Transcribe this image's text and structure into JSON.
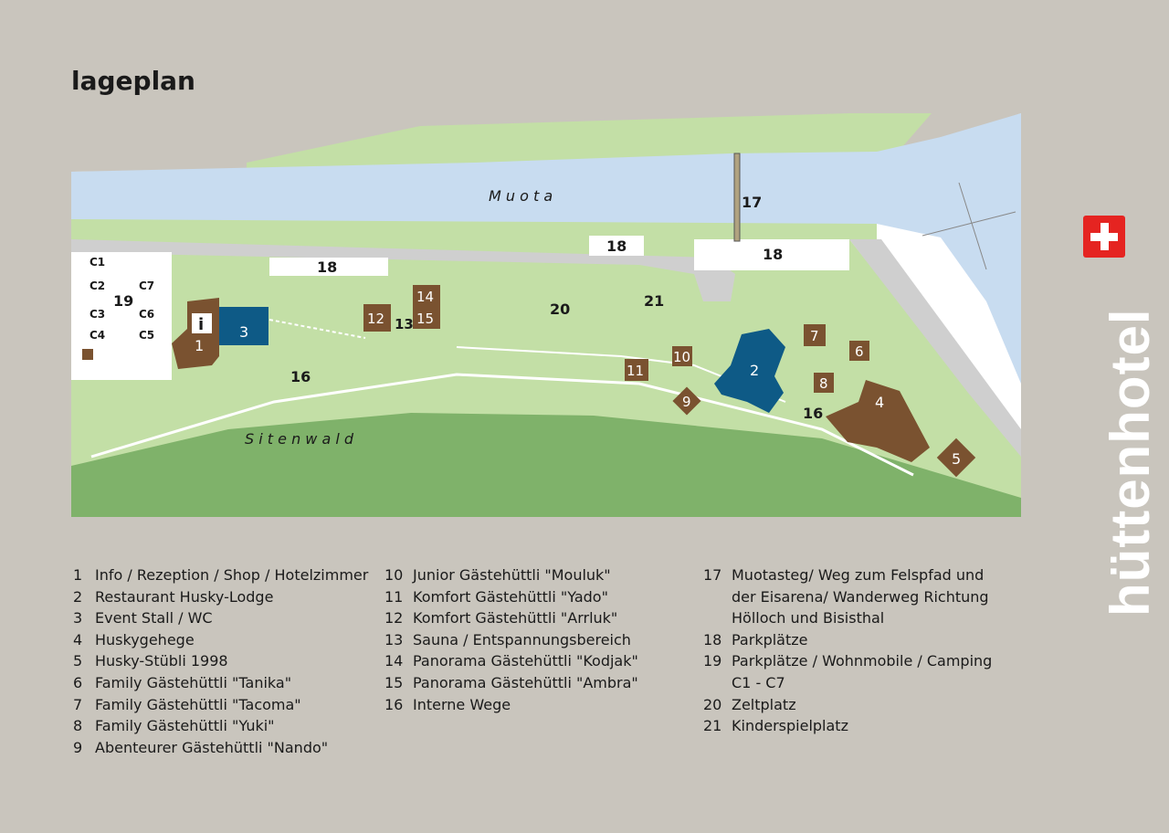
{
  "title": "lageplan",
  "brand": "hüttenhotel",
  "map": {
    "river_name": "M u o t a",
    "forest_name": "S i t e n w a l d",
    "labels": {
      "l1": "1",
      "l2": "2",
      "l3": "3",
      "l4": "4",
      "l5": "5",
      "l6": "6",
      "l7": "7",
      "l8": "8",
      "l9": "9",
      "l10": "10",
      "l11": "11",
      "l12": "12",
      "l13": "13",
      "l14": "14",
      "l15": "15",
      "l16a": "16",
      "l16b": "16",
      "l17": "17",
      "l18a": "18",
      "l18b": "18",
      "l18c": "18",
      "l19": "19",
      "l20": "20",
      "l21": "21",
      "info": "i"
    },
    "camping": [
      "C1",
      "C2",
      "C3",
      "C4",
      "C7",
      "C6",
      "C5"
    ],
    "colors": {
      "river": "#c8dcf0",
      "grass": "#c3dfa6",
      "forest": "#7fb26a",
      "building_brown": "#7a5230",
      "building_blue": "#0e5a86",
      "road": "#cfcfcf"
    }
  },
  "legend": {
    "col1": [
      {
        "num": "1",
        "label": "Info / Rezeption / Shop / Hotelzimmer"
      },
      {
        "num": "2",
        "label": "Restaurant Husky-Lodge"
      },
      {
        "num": "3",
        "label": "Event Stall / WC"
      },
      {
        "num": "4",
        "label": "Huskygehege"
      },
      {
        "num": "5",
        "label": "Husky-Stübli 1998"
      },
      {
        "num": "6",
        "label": "Family Gästehüttli \"Tanika\""
      },
      {
        "num": "7",
        "label": "Family Gästehüttli \"Tacoma\""
      },
      {
        "num": "8",
        "label": "Family Gästehüttli \"Yuki\""
      },
      {
        "num": "9",
        "label": "Abenteurer Gästehüttli \"Nando\""
      }
    ],
    "col2": [
      {
        "num": "10",
        "label": "Junior Gästehüttli \"Mouluk\""
      },
      {
        "num": "11",
        "label": "Komfort Gästehüttli \"Yado\""
      },
      {
        "num": "12",
        "label": "Komfort Gästehüttli \"Arrluk\""
      },
      {
        "num": "13",
        "label": "Sauna / Entspannungsbereich"
      },
      {
        "num": "14",
        "label": "Panorama Gästehüttli \"Kodjak\""
      },
      {
        "num": "15",
        "label": "Panorama Gästehüttli \"Ambra\""
      },
      {
        "num": "16",
        "label": "Interne Wege"
      }
    ],
    "col3": [
      {
        "num": "17",
        "label": "Muotasteg/ Weg zum Felspfad und der Eisarena/ Wanderweg Richtung Hölloch und Bisisthal"
      },
      {
        "num": "18",
        "label": "Parkplätze"
      },
      {
        "num": "19",
        "label": "Parkplätze / Wohnmobile / Camping C1 - C7"
      },
      {
        "num": "20",
        "label": "Zeltplatz"
      },
      {
        "num": "21",
        "label": "Kinderspielplatz"
      }
    ]
  }
}
